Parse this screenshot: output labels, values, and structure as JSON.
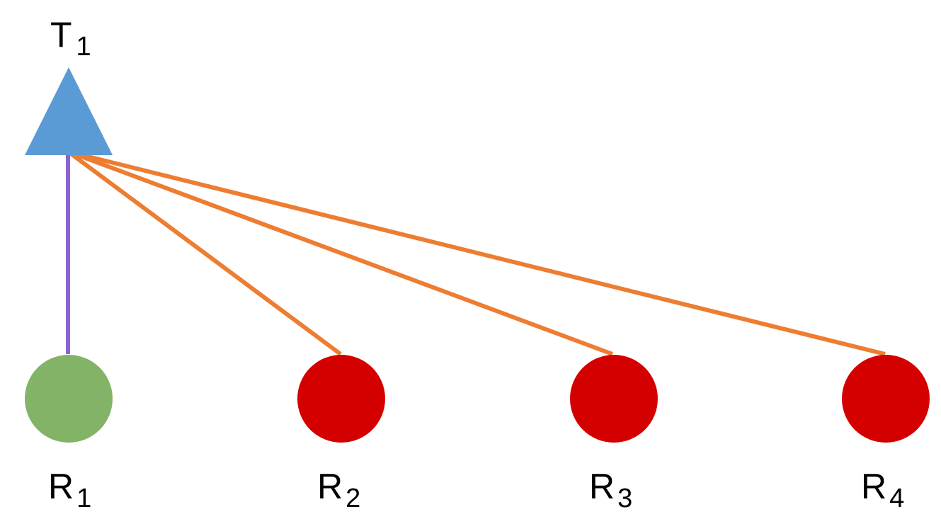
{
  "colors": {
    "transmitter": "#5b9bd5",
    "receiver_good": "#83b366",
    "receiver_bad": "#d40000",
    "link_good": "#8f63cf",
    "link_bad": "#ed7d31",
    "text": "#000000"
  },
  "transmitter": {
    "name": "T",
    "subscript": "1"
  },
  "receivers": [
    {
      "name": "R",
      "subscript": "1",
      "status": "good"
    },
    {
      "name": "R",
      "subscript": "2",
      "status": "bad"
    },
    {
      "name": "R",
      "subscript": "3",
      "status": "bad"
    },
    {
      "name": "R",
      "subscript": "4",
      "status": "bad"
    }
  ],
  "links": [
    {
      "from": "T1",
      "to": "R1",
      "status": "good"
    },
    {
      "from": "T1",
      "to": "R2",
      "status": "bad"
    },
    {
      "from": "T1",
      "to": "R3",
      "status": "bad"
    },
    {
      "from": "T1",
      "to": "R4",
      "status": "bad"
    }
  ]
}
